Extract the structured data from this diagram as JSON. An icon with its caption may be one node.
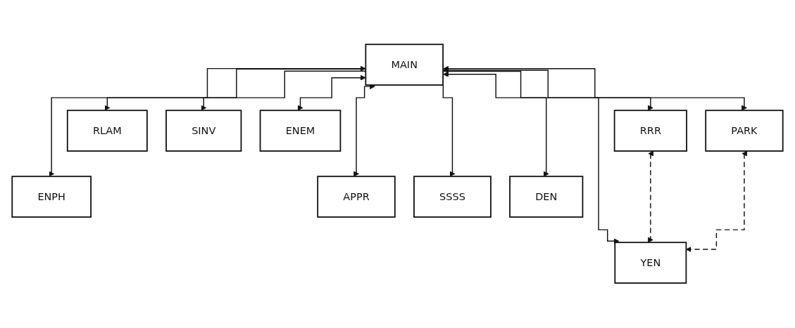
{
  "diagram": {
    "nodes": [
      {
        "text": [
          "MAIN"
        ]
      },
      {
        "text": [
          "RRR"
        ]
      },
      {
        "text": [
          "RLAM"
        ]
      },
      {
        "text": [
          "SINV"
        ]
      },
      {
        "text": [
          "ENEM"
        ]
      },
      {
        "text": [
          "PARK"
        ]
      },
      {
        "text": [
          "ENPH"
        ]
      },
      {
        "text": [
          "APPR"
        ]
      },
      {
        "text": [
          "SSSS"
        ]
      },
      {
        "text": [
          "DEN"
        ]
      },
      {
        "text": [
          "YEN"
        ]
      }
    ],
    "edges": [
      {
        "from": 0,
        "to": 1,
        "arrow": "both"
      },
      {
        "from": 0,
        "to": 6,
        "arrow": "both"
      },
      {
        "from": 0,
        "to": 7,
        "arrow": "both"
      },
      {
        "from": 0,
        "to": 2,
        "arrow": "to"
      },
      {
        "from": 0,
        "to": 10,
        "arrow": "to"
      },
      {
        "from": 0,
        "to": 8,
        "arrow": "to"
      },
      {
        "from": 0,
        "to": 3,
        "arrow": "to"
      },
      {
        "from": 0,
        "to": 9,
        "arrow": "both"
      },
      {
        "from": 0,
        "to": 4,
        "arrow": "both"
      },
      {
        "from": 0,
        "to": 5,
        "arrow": "both"
      },
      {
        "from": 1,
        "to": 10,
        "arrow": "both",
        "style": "dashed"
      },
      {
        "from": 5,
        "to": 10,
        "arrow": "both",
        "style": "dashed"
      }
    ]
  }
}
